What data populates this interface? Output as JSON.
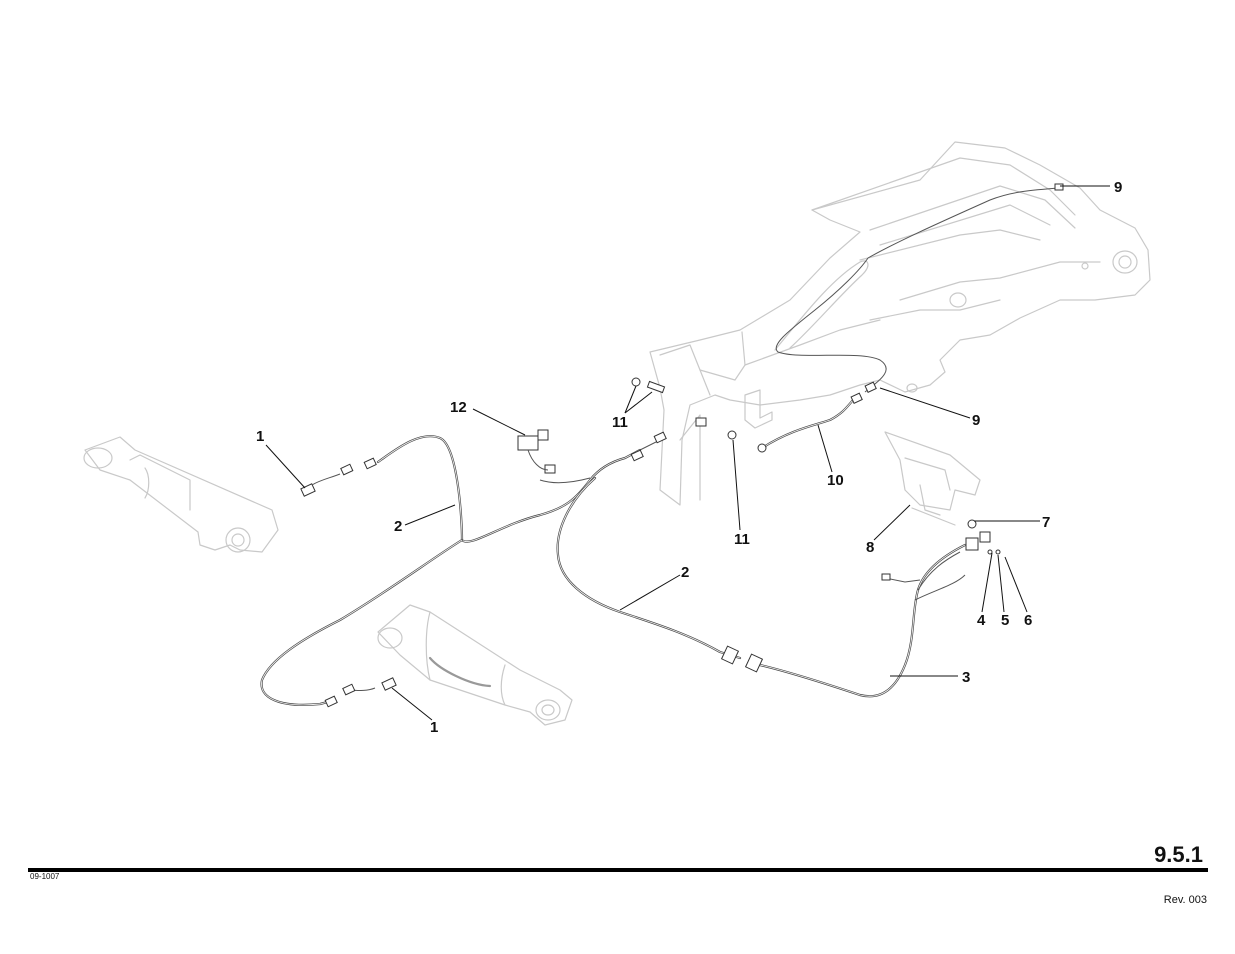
{
  "page": {
    "section_number": "9.5.1",
    "document_code": "09-1007",
    "revision": "Rev. 003"
  },
  "callouts": [
    {
      "id": "1a",
      "label": "1"
    },
    {
      "id": "1b",
      "label": "1"
    },
    {
      "id": "2a",
      "label": "2"
    },
    {
      "id": "2b",
      "label": "2"
    },
    {
      "id": "3",
      "label": "3"
    },
    {
      "id": "4",
      "label": "4"
    },
    {
      "id": "5",
      "label": "5"
    },
    {
      "id": "6",
      "label": "6"
    },
    {
      "id": "7",
      "label": "7"
    },
    {
      "id": "8",
      "label": "8"
    },
    {
      "id": "9a",
      "label": "9"
    },
    {
      "id": "9b",
      "label": "9"
    },
    {
      "id": "10",
      "label": "10"
    },
    {
      "id": "11a",
      "label": "11"
    },
    {
      "id": "11b",
      "label": "11"
    },
    {
      "id": "12",
      "label": "12"
    }
  ]
}
